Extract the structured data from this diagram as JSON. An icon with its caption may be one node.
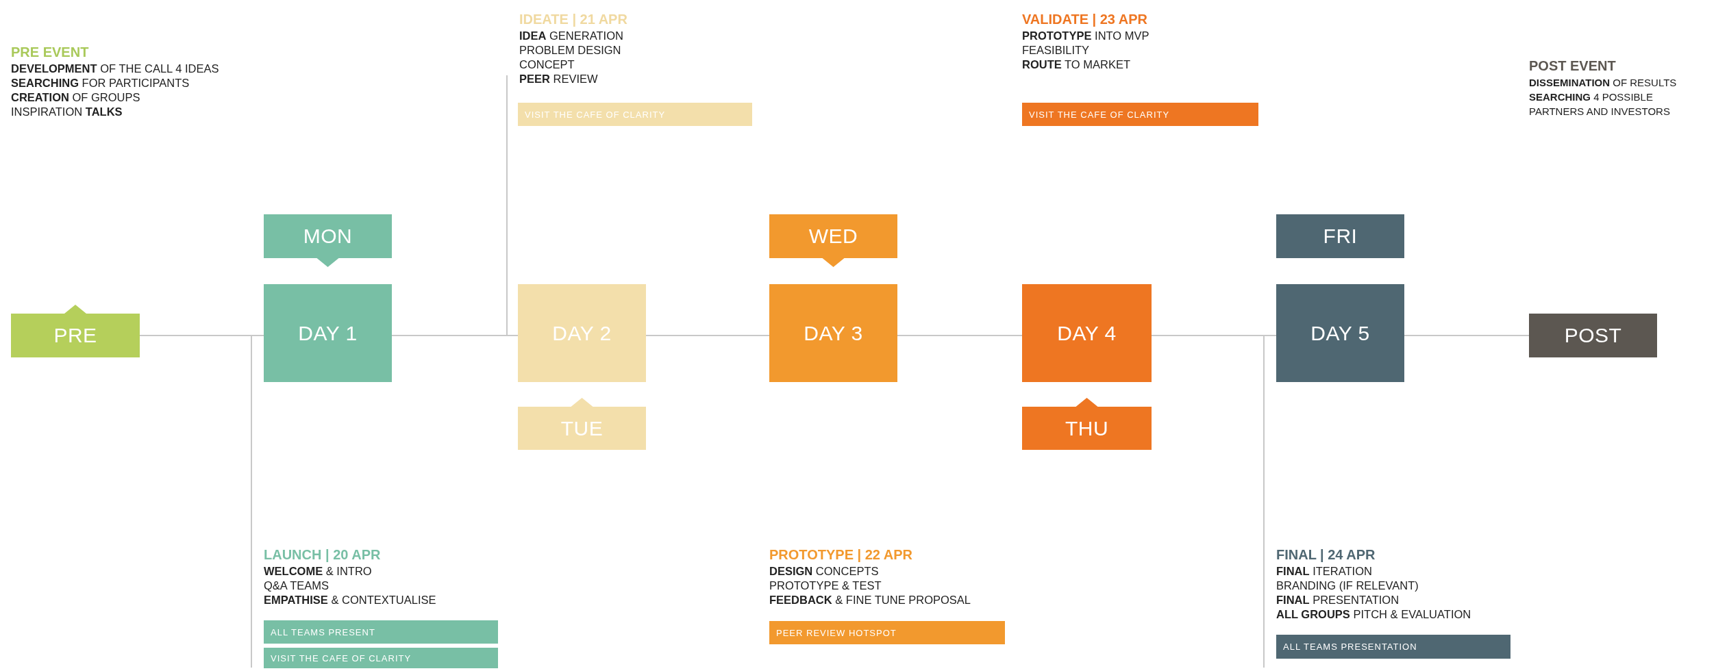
{
  "diagram": {
    "nodes": [
      {
        "text": [
          "PRE"
        ]
      },
      {
        "text": [
          "MON"
        ]
      },
      {
        "text": [
          "DAY 1"
        ]
      },
      {
        "text": [
          "LAUNCH | 20 APR",
          "**WELCOME** & INTRO",
          "Q&A TEAMS",
          "**EMPATHISE** & CONTEXTUALISE"
        ]
      },
      {
        "text": [
          "ALL TEAMS PRESENT"
        ],
        "in": 3
      },
      {
        "text": [
          "VISIT THE CAFE OF CLARITY"
        ],
        "in": 3
      },
      {
        "text": [
          "IDEATE | 21 APR",
          "**IDEA** GENERATION",
          "PROBLEM DESIGN",
          "CONCEPT",
          "**PEER** REVIEW"
        ]
      },
      {
        "text": [
          "VISIT THE CAFE OF CLARITY"
        ],
        "in": 6
      },
      {
        "text": [
          "DAY 2"
        ]
      },
      {
        "text": [
          "TUE"
        ]
      },
      {
        "text": [
          "WED"
        ]
      },
      {
        "text": [
          "DAY 3"
        ]
      },
      {
        "text": [
          "PEER REVIEW HOTSPOT"
        ]
      },
      {
        "text": [
          "VISIT THE CAFE OF CLARITY"
        ]
      },
      {
        "text": [
          "DAY 4"
        ]
      },
      {
        "text": [
          "THU"
        ]
      },
      {
        "text": [
          "FRI"
        ]
      },
      {
        "text": [
          "DAY 5"
        ]
      },
      {
        "text": [
          "FINAL | 24 APR",
          "**FINAL** ITERATION",
          "BRANDING (IF RELEVANT)",
          "**FINAL** PRESENTATION",
          "**ALL GROUPS** PITCH & EVALUATION"
        ]
      },
      {
        "text": [
          "ALL TEAMS PRESENTATION"
        ],
        "in": 18
      },
      {
        "text": [
          "POST"
        ]
      }
    ],
    "edges": [
      {
        "from": 0,
        "to": 2,
        "arrow": "none"
      },
      {
        "from": 2,
        "to": 8,
        "arrow": "none"
      },
      {
        "from": 8,
        "to": 11,
        "arrow": "none"
      },
      {
        "from": 11,
        "to": 14,
        "arrow": "none"
      },
      {
        "from": 14,
        "to": 17,
        "arrow": "none"
      },
      {
        "from": 17,
        "to": 20,
        "arrow": "none"
      },
      {
        "from": 3,
        "to": 2,
        "arrow": "none"
      },
      {
        "from": 6,
        "to": 8,
        "arrow": "none"
      },
      {
        "from": 18,
        "to": 17,
        "arrow": "none"
      }
    ],
    "labels": [
      "PRE EVENT",
      "**DEVELOPMENT** OF THE CALL 4 IDEAS",
      "**SEARCHING** FOR PARTICIPANTS",
      "**CREATION** OF GROUPS",
      "INSPIRATION **TALKS**",
      "VALIDATE | 23 APR",
      "**PROTOTYPE** INTO MVP",
      "FEASIBILITY",
      "**ROUTE** TO MARKET",
      "PROTOTYPE | 22 APR",
      "**DESIGN** CONCEPTS",
      "PROTOTYPE & TEST",
      "**FEEDBACK** & FINE TUNE PROPOSAL",
      "POST EVENT",
      "**DISSEMINATION** OF RESULTS",
      "**SEARCHING** 4 POSSIBLE",
      "PARTNERS AND INVESTORS"
    ]
  }
}
